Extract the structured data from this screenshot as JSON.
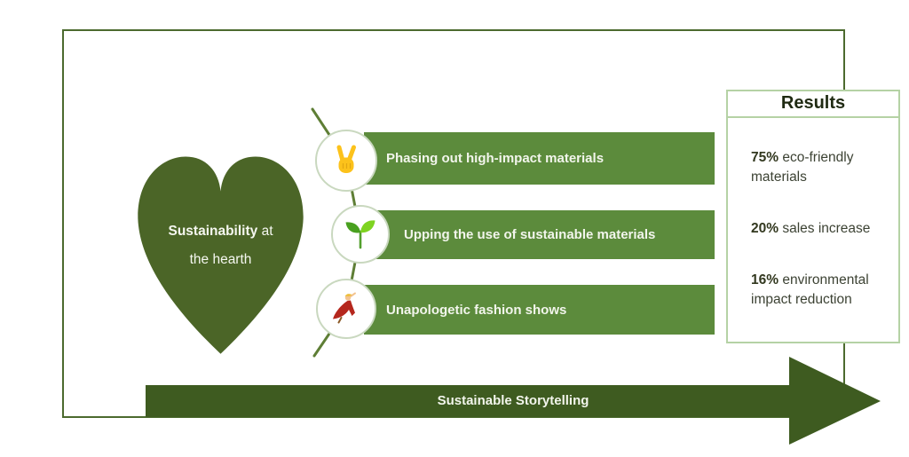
{
  "heart": {
    "line1_bold": "Sustainability",
    "line1_regular": " at",
    "line2": "the hearth"
  },
  "steps": [
    {
      "icon": "victory-hand-icon",
      "label": "Phasing out high-impact materials"
    },
    {
      "icon": "seedling-icon",
      "label": "Upping the use of sustainable materials"
    },
    {
      "icon": "dancer-icon",
      "label": "Unapologetic fashion shows"
    }
  ],
  "results": {
    "title": "Results",
    "items": [
      {
        "value": "75%",
        "label": " eco-friendly materials"
      },
      {
        "value": "20%",
        "label": " sales increase"
      },
      {
        "value": "16%",
        "label": " environmental impact reduction"
      }
    ]
  },
  "arrow": {
    "label": "Sustainable Storytelling"
  },
  "colors": {
    "frame_border": "#4c6a2e",
    "heart_fill": "#4b6527",
    "bar_fill": "#5c8b3c",
    "arrow_fill": "#3e5b20",
    "connector_line": "#5e7e35",
    "circle_border": "#c9d8bf",
    "results_border": "#b5d2a5",
    "results_title": "#1f2a12",
    "results_text": "#3c4233",
    "light_text": "#f2f5ec"
  }
}
